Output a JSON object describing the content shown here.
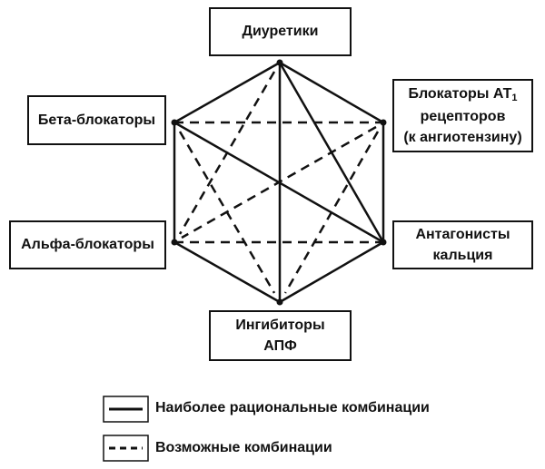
{
  "nodes": {
    "diuretics": "Диуретики",
    "at1_line1": "Блокаторы АТ",
    "at1_sub": "1",
    "at1_line2": "рецепторов",
    "at1_line3": "(к ангиотензину)",
    "calcium_line1": "Антагонисты",
    "calcium_line2": "кальция",
    "ace_line1": "Ингибиторы",
    "ace_line2": "АПФ",
    "alpha": "Альфа-блокаторы",
    "beta": "Бета-блокаторы"
  },
  "legend": {
    "solid": "Наиболее рациональные комбинации",
    "dashed": "Возможные комбинации"
  }
}
